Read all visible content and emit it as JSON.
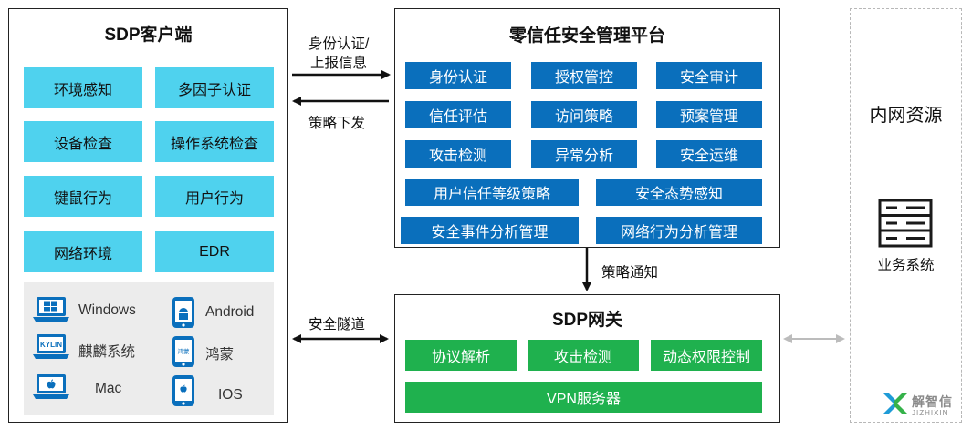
{
  "client": {
    "title": "SDP客户端",
    "items": [
      "环境感知",
      "多因子认证",
      "设备检查",
      "操作系统检查",
      "键鼠行为",
      "用户行为",
      "网络环境",
      "EDR"
    ],
    "os": [
      {
        "name": "Windows",
        "icon": "windows-laptop-icon"
      },
      {
        "name": "Android",
        "icon": "android-phone-icon"
      },
      {
        "name": "麒麟系统",
        "icon": "kylin-laptop-icon",
        "icon_text": "KYLIN"
      },
      {
        "name": "鸿蒙",
        "icon": "harmony-phone-icon",
        "icon_text": "鸿蒙"
      },
      {
        "name": "Mac",
        "icon": "mac-laptop-icon"
      },
      {
        "name": "IOS",
        "icon": "ios-phone-icon"
      }
    ]
  },
  "arrows": {
    "auth_report_line1": "身份认证/",
    "auth_report_line2": "上报信息",
    "policy_issue": "策略下发",
    "policy_notify": "策略通知",
    "secure_tunnel": "安全隧道"
  },
  "platform": {
    "title": "零信任安全管理平台",
    "items": [
      "身份认证",
      "授权管控",
      "安全审计",
      "信任评估",
      "访问策略",
      "预案管理",
      "攻击检测",
      "异常分析",
      "安全运维",
      "用户信任等级策略",
      "安全态势感知",
      "安全事件分析管理",
      "网络行为分析管理"
    ]
  },
  "gateway": {
    "title": "SDP网关",
    "items": [
      "协议解析",
      "攻击检测",
      "动态权限控制",
      "VPN服务器"
    ]
  },
  "intranet": {
    "title": "内网资源",
    "server_label": "业务系统",
    "server_icon": "server-rack-icon"
  },
  "watermark": {
    "cn": "解智信",
    "en": "JIZHIXIN"
  },
  "colors": {
    "client_item": "#4fd2ee",
    "platform_item": "#0a6fbc",
    "gateway_item": "#1fb14e",
    "os_area": "#ececec"
  }
}
